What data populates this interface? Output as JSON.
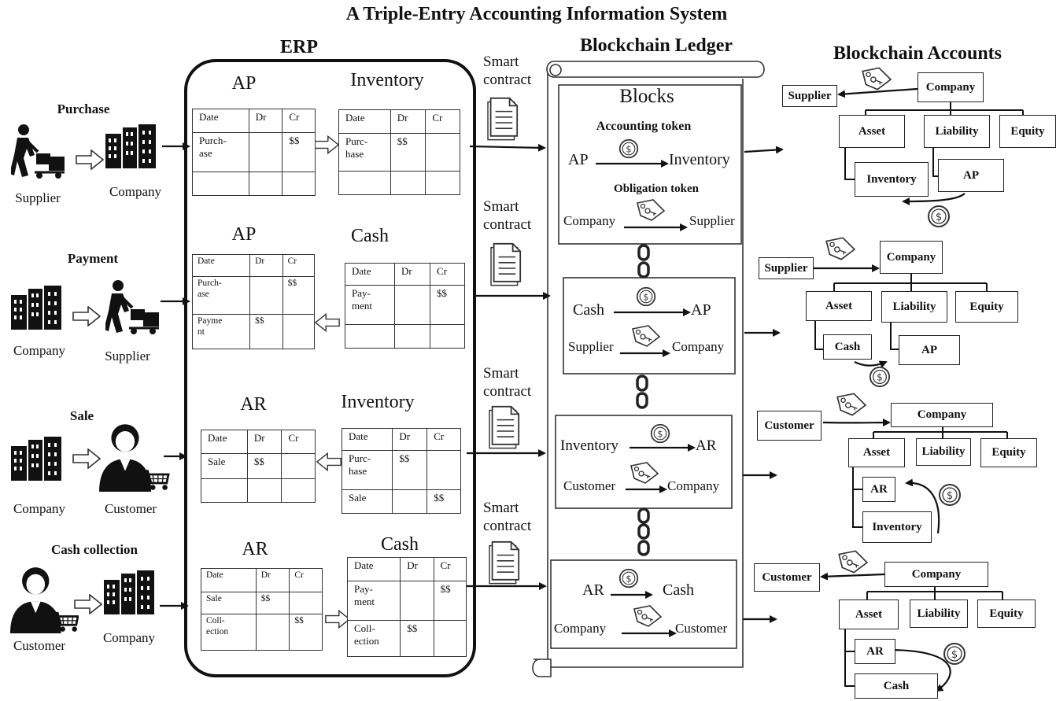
{
  "title": "A Triple-Entry Accounting Information System",
  "sections": {
    "erp": "ERP",
    "ledger": "Blockchain Ledger",
    "accounts": "Blockchain Accounts",
    "blocks": "Blocks"
  },
  "smart_contract": "Smart\ncontract",
  "flows": [
    {
      "name": "Purchase",
      "from": "Supplier",
      "to": "Company",
      "left_ledger": {
        "title": "AP",
        "headers": [
          "Date",
          "Dr",
          "Cr"
        ],
        "rows": [
          [
            "Purch-\nase",
            "",
            "$$"
          ],
          [
            "",
            "",
            ""
          ]
        ]
      },
      "right_ledger": {
        "title": "Inventory",
        "headers": [
          "Date",
          "Dr",
          "Cr"
        ],
        "rows": [
          [
            "Purc-\nhase",
            "$$",
            ""
          ],
          [
            "",
            "",
            ""
          ]
        ]
      },
      "block": {
        "accounting_token_label": "Accounting token",
        "acct_from": "AP",
        "acct_to": "Inventory",
        "obligation_token_label": "Obligation token",
        "obl_from": "Company",
        "obl_to": "Supplier"
      },
      "accounts": {
        "party": "Supplier",
        "root": "Company",
        "groups": [
          "Asset",
          "Liability",
          "Equity"
        ],
        "sub": [
          "Inventory",
          "AP"
        ]
      }
    },
    {
      "name": "Payment",
      "from": "Company",
      "to": "Supplier",
      "left_ledger": {
        "title": "AP",
        "headers": [
          "Date",
          "Dr",
          "Cr"
        ],
        "rows": [
          [
            "Purch-\nase",
            "",
            "$$"
          ],
          [
            "Payme\nnt",
            "$$",
            ""
          ]
        ]
      },
      "right_ledger": {
        "title": "Cash",
        "headers": [
          "Date",
          "Dr",
          "Cr"
        ],
        "rows": [
          [
            "Pay-\nment",
            "",
            "$$"
          ],
          [
            "",
            "",
            ""
          ]
        ]
      },
      "block": {
        "acct_from": "Cash",
        "acct_to": "AP",
        "obl_from": "Supplier",
        "obl_to": "Company"
      },
      "accounts": {
        "party": "Supplier",
        "root": "Company",
        "groups": [
          "Asset",
          "Liability",
          "Equity"
        ],
        "sub": [
          "Cash",
          "AP"
        ]
      }
    },
    {
      "name": "Sale",
      "from": "Company",
      "to": "Customer",
      "left_ledger": {
        "title": "AR",
        "headers": [
          "Date",
          "Dr",
          "Cr"
        ],
        "rows": [
          [
            "Sale",
            "$$",
            ""
          ],
          [
            "",
            "",
            ""
          ]
        ]
      },
      "right_ledger": {
        "title": "Inventory",
        "headers": [
          "Date",
          "Dr",
          "Cr"
        ],
        "rows": [
          [
            "Purc-\nhase",
            "$$",
            ""
          ],
          [
            "Sale",
            "",
            "$$"
          ]
        ]
      },
      "block": {
        "acct_from": "Inventory",
        "acct_to": "AR",
        "obl_from": "Customer",
        "obl_to": "Company"
      },
      "accounts": {
        "party": "Customer",
        "root": "Company",
        "groups": [
          "Asset",
          "Liability",
          "Equity"
        ],
        "sub": [
          "AR",
          "Inventory"
        ]
      }
    },
    {
      "name": "Cash collection",
      "from": "Customer",
      "to": "Company",
      "left_ledger": {
        "title": "AR",
        "headers": [
          "Date",
          "Dr",
          "Cr"
        ],
        "rows": [
          [
            "Sale",
            "$$",
            ""
          ],
          [
            "Coll-\nection",
            "",
            "$$"
          ]
        ]
      },
      "right_ledger": {
        "title": "Cash",
        "headers": [
          "Date",
          "Dr",
          "Cr"
        ],
        "rows": [
          [
            "Pay-\nment",
            "",
            "$$"
          ],
          [
            "Coll-\nection",
            "$$",
            ""
          ]
        ]
      },
      "block": {
        "acct_from": "AR",
        "acct_to": "Cash",
        "obl_from": "Company",
        "obl_to": "Customer"
      },
      "accounts": {
        "party": "Customer",
        "root": "Company",
        "groups": [
          "Asset",
          "Liability",
          "Equity"
        ],
        "sub": [
          "AR",
          "Cash"
        ]
      }
    }
  ]
}
